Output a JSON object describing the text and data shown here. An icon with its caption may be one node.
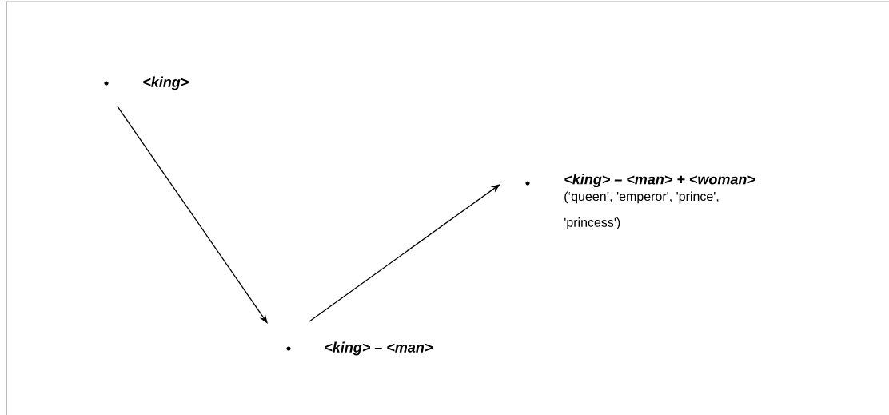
{
  "diagram": {
    "nodes": [
      {
        "text": [
          "<king>"
        ]
      },
      {
        "text": [
          "<king> – <man>"
        ]
      },
      {
        "text": [
          "<king> – <man> + <woman>",
          "(‘queen’, 'emperor', 'prince', 'princess')"
        ]
      }
    ],
    "edges": [
      {
        "from": 0,
        "to": 1,
        "arrow": "to"
      },
      {
        "from": 1,
        "to": 2,
        "arrow": "to"
      }
    ]
  }
}
